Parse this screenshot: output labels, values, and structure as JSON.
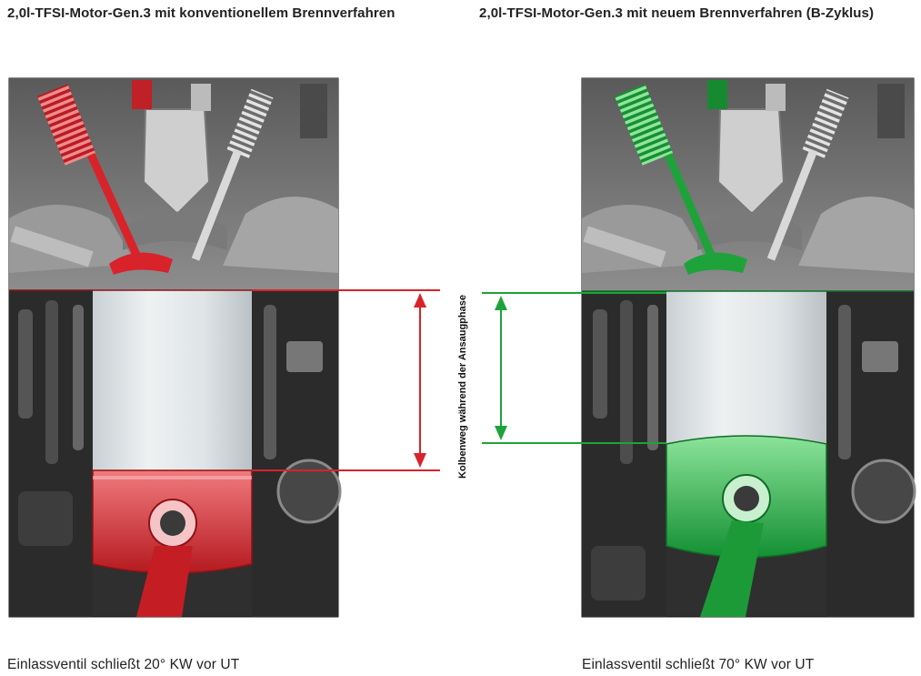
{
  "titles": {
    "left": "2,0l-TFSI-Motor-Gen.3 mit konventionellem Brennverfahren",
    "right": "2,0l-TFSI-Motor-Gen.3 mit neuem Brennverfahren (B-Zyklus)"
  },
  "captions": {
    "left": "Einlassventil schließt 20° KW vor UT",
    "right": "Einlassventil schließt 70° KW vor UT"
  },
  "measurement_label": "Kolbenweg während der Ansaugphase",
  "colors": {
    "conventional": "#d8232a",
    "b_cycle": "#1ea33a",
    "engine_block": "#3a3a3a",
    "cylinder": "#d7dde0"
  }
}
